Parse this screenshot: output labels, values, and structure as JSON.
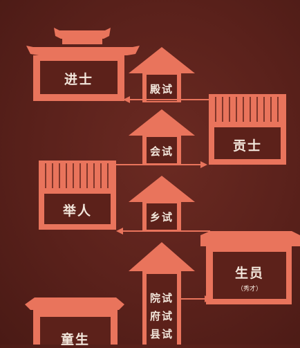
{
  "colors": {
    "background": "#5a211b",
    "shape": "#e9745c",
    "panel": "#5c211a",
    "text": "#f3e7dc"
  },
  "ranks": {
    "jinshi": "进士",
    "gongshi": "贡士",
    "juren": "举人",
    "shengyuan": "生员",
    "shengyuan_note": "（秀才）",
    "tongsheng": "童生"
  },
  "exams": {
    "dianshi": "殿试",
    "huishi": "会试",
    "xiangshi": "乡试",
    "yuanshi": "院试",
    "fushi": "府试",
    "xianshi": "县试"
  }
}
